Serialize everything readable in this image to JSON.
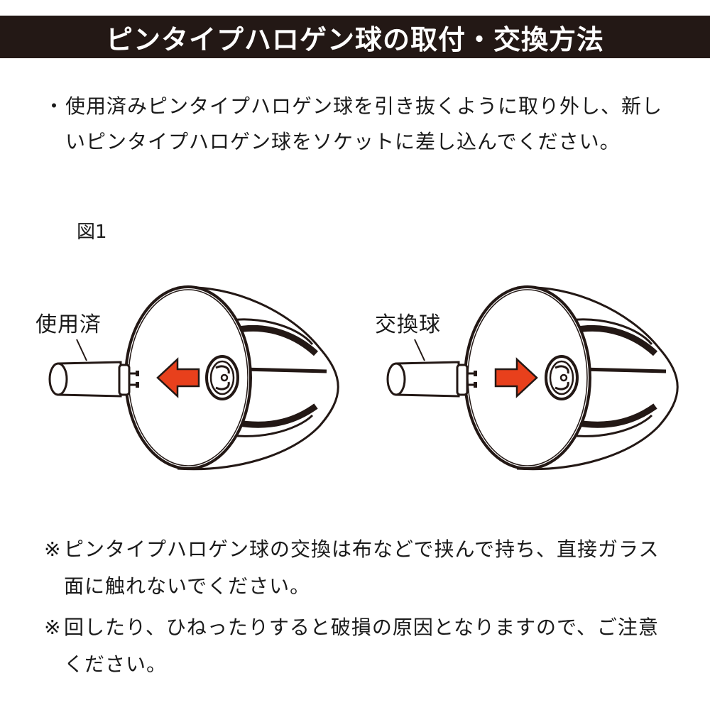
{
  "header": {
    "title": "ピンタイプハロゲン球の取付・交換方法"
  },
  "instruction": {
    "bullet": "・",
    "text": "使用済みピンタイプハロゲン球を引き抜くように取り外し、新しいピンタイプハロゲン球をソケットに差し込んでください。"
  },
  "figure": {
    "label": "図1",
    "left_callout": "使用済",
    "right_callout": "交換球",
    "arrow_color": "#e8401c"
  },
  "notes": [
    {
      "mark": "※",
      "text": "ピンタイプハロゲン球の交換は布などで挟んで持ち、直接ガラス面に触れないでください。"
    },
    {
      "mark": "※",
      "text": "回したり、ひねったりすると破損の原因となりますので、ご注意ください。"
    }
  ]
}
